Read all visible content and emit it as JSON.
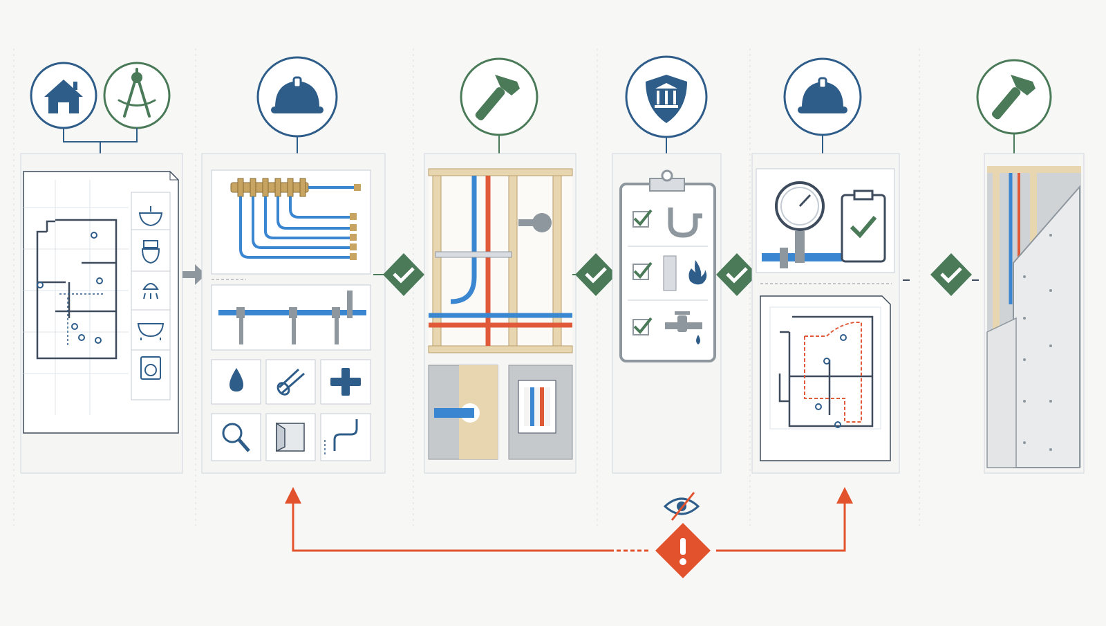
{
  "colors": {
    "navy": "#2f5d8a",
    "green": "#4a7a58",
    "alert": "#e2532d",
    "pipe_blue": "#3a86d1",
    "pipe_red": "#e05a3a",
    "brass": "#c7a462",
    "wood": "#e8d6b0",
    "frame": "#c4cbd3",
    "ink": "#3d4b5c"
  },
  "actors": [
    {
      "role": "homeowner",
      "icon": "house-icon"
    },
    {
      "role": "designer",
      "icon": "drafting-compass-icon"
    },
    {
      "role": "plumber",
      "icon": "hard-hat-icon"
    },
    {
      "role": "builder",
      "icon": "hammer-icon"
    },
    {
      "role": "inspector",
      "icon": "government-shield-icon"
    },
    {
      "role": "plumber",
      "icon": "hard-hat-icon"
    },
    {
      "role": "builder",
      "icon": "hammer-icon"
    }
  ],
  "stages": [
    {
      "id": "design",
      "panel": "floor-plan",
      "fixtures": [
        "sink-icon",
        "toilet-icon",
        "shower-icon",
        "bathtub-icon",
        "washing-machine-icon"
      ]
    },
    {
      "id": "rough-in",
      "panel": "manifold-and-supply-lines",
      "tools": [
        "water-drop-icon",
        "pipe-icon",
        "pipe-fitting-icon",
        "magnifier-icon",
        "access-panel-icon",
        "pipe-route-icon"
      ]
    },
    {
      "id": "framing",
      "panel": "stud-wall-with-pipes",
      "details": [
        "pipe-through-stud",
        "wall-opening-with-pipes"
      ]
    },
    {
      "id": "inspection",
      "panel": "clipboard-checklist",
      "checklist": [
        "drain-trap-icon",
        "fire-stop-icon",
        "valve-icon"
      ]
    },
    {
      "id": "pressure-test",
      "panel": "pressure-gauge-and-as-built-plan",
      "items": [
        "pressure-gauge-icon",
        "clipboard-check-icon",
        "as-built-plan"
      ]
    },
    {
      "id": "close-up",
      "panel": "drywall-closing-wall"
    }
  ],
  "gates": [
    "approved-check-icon",
    "approved-check-icon",
    "approved-check-icon",
    "approved-check-icon"
  ],
  "feedback": {
    "marker": "warning-icon",
    "flag": "hidden-eye-icon",
    "targets": [
      "rough-in",
      "pressure-test"
    ]
  }
}
